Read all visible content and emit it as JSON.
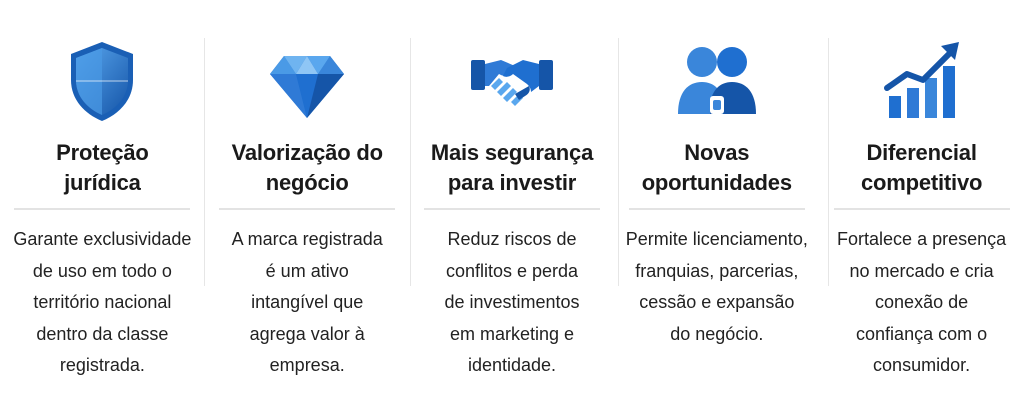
{
  "colors": {
    "primary": "#1f6fd0",
    "dark": "#1555a8",
    "light": "#5aa7ee",
    "divider": "#e3e3e3"
  },
  "features": [
    {
      "icon": "shield-icon",
      "title": [
        "Proteção",
        "jurídica"
      ],
      "desc": [
        "Garante exclusividade",
        "de uso em todo o",
        "território nacional",
        "dentro da classe",
        "registrada."
      ]
    },
    {
      "icon": "diamond-icon",
      "title": [
        "Valorização do",
        "negócio"
      ],
      "desc": [
        "A marca registrada",
        "é um ativo",
        "intangível que",
        "agrega valor à",
        "empresa."
      ]
    },
    {
      "icon": "handshake-icon",
      "title": [
        "Mais segurança",
        "para investir"
      ],
      "desc": [
        "Reduz riscos de",
        "conflitos e perda",
        "de investimentos",
        "em marketing e",
        "identidade."
      ]
    },
    {
      "icon": "people-icon",
      "title": [
        "Novas",
        "oportunidades"
      ],
      "desc": [
        "Permite licenciamento,",
        "franquias, parcerias,",
        "cessão e expansão",
        "do negócio."
      ]
    },
    {
      "icon": "growth-chart-icon",
      "title": [
        "Diferencial",
        "competitivo"
      ],
      "desc": [
        "Fortalece a presença",
        "no mercado e cria",
        "conexão de",
        "confiança com o",
        "consumidor."
      ]
    }
  ]
}
